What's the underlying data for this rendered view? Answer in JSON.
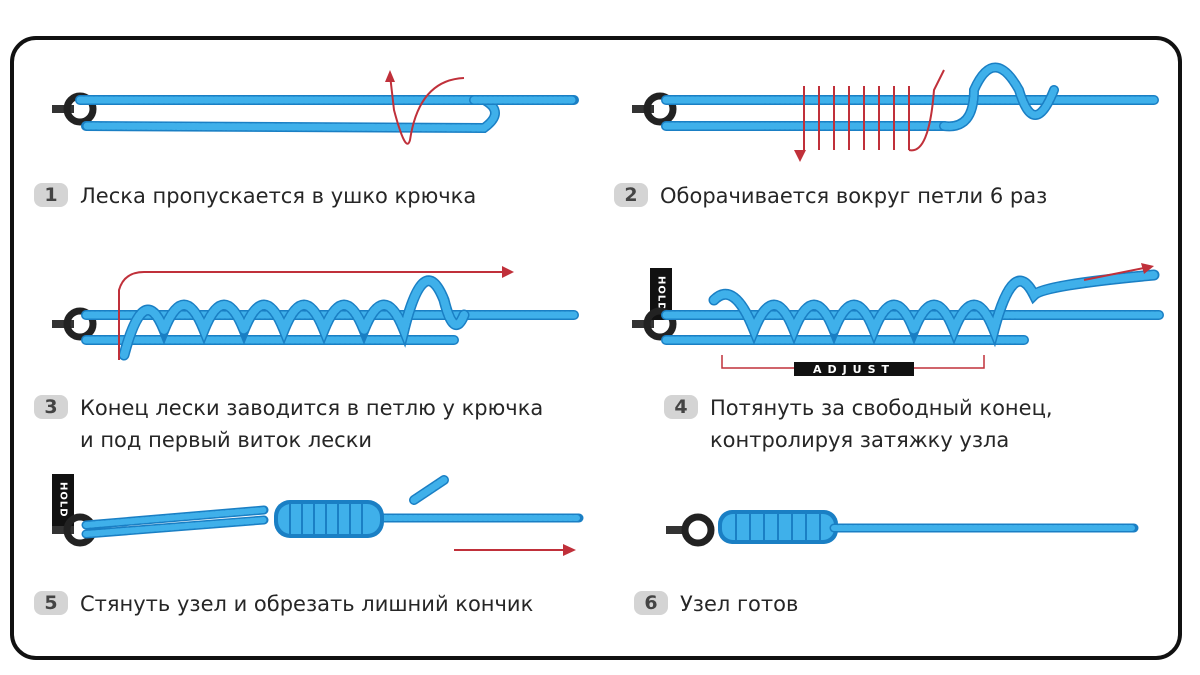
{
  "steps": [
    {
      "number": "1",
      "text": "Леска пропускается в ушко крючка"
    },
    {
      "number": "2",
      "text": "Оборачивается вокруг петли 6 раз"
    },
    {
      "number": "3",
      "text": "Конец лески заводится в петлю у крючка\nи под первый виток лески"
    },
    {
      "number": "4",
      "text": "Потянуть за свободный конец,\nконтролируя затяжку узла"
    },
    {
      "number": "5",
      "text": "Стянуть узел и обрезать лишний кончик"
    },
    {
      "number": "6",
      "text": "Узел готов"
    }
  ],
  "labels": {
    "hold": "HOLD",
    "adjust": "ADJUST"
  },
  "colors": {
    "line": "#3fb0ea",
    "line_dark": "#1a7fc4",
    "arrow": "#c0303a",
    "eye": "#222222",
    "badge": "#d4d4d4"
  }
}
